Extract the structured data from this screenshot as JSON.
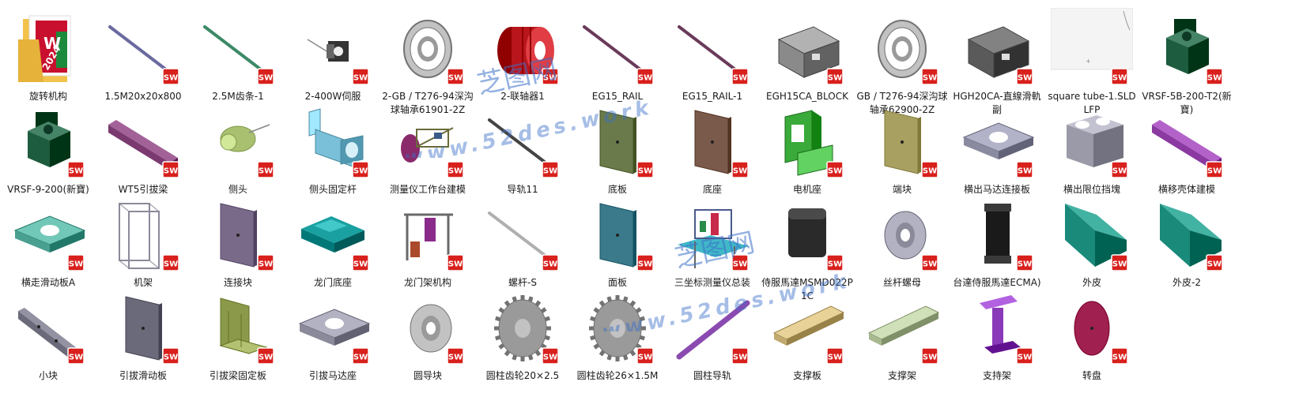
{
  "window": {
    "width": 1643,
    "height": 498
  },
  "badge": {
    "text": "SW",
    "color": "#d8201c"
  },
  "watermark": {
    "site": "www.52des.work",
    "cn": "芝图网",
    "color": "#3a6fc8"
  },
  "items": [
    {
      "label": "旋转机构",
      "icon": "folder-icon",
      "type": "folder",
      "badge_text": "2024"
    },
    {
      "label": "1.5M20x20x800",
      "icon": "rack-bar-icon",
      "type": "rod",
      "color": "#6a6aa0"
    },
    {
      "label": "2.5M齿条-1",
      "icon": "rack-bar-icon",
      "type": "rod",
      "color": "#3c8a68"
    },
    {
      "label": "2-400W伺服",
      "icon": "servo-motor-icon",
      "type": "motor",
      "color": "#333333"
    },
    {
      "label": "2-GB / T276-94深沟球轴承61901-2Z",
      "icon": "bearing-icon",
      "type": "bearing",
      "color": "#9a9a9a"
    },
    {
      "label": "2-联轴器1",
      "icon": "coupling-icon",
      "type": "coupling",
      "color": "#b8151c"
    },
    {
      "label": "EG15_RAIL",
      "icon": "rail-icon",
      "type": "rod",
      "color": "#6a3a5a"
    },
    {
      "label": "EG15_RAIL-1",
      "icon": "rail-icon",
      "type": "rod",
      "color": "#6a3a5a"
    },
    {
      "label": "EGH15CA_BLOCK",
      "icon": "slide-block-icon",
      "type": "block",
      "color": "#8a8a8a"
    },
    {
      "label": "GB / T276-94深沟球轴承62900-2Z",
      "icon": "bearing-icon",
      "type": "bearing",
      "color": "#9a9a9a"
    },
    {
      "label": "HGH20CA-直線滑軌副",
      "icon": "slide-block-icon",
      "type": "block",
      "color": "#5a5a5a"
    },
    {
      "label": "square tube-1.SLDLFP",
      "icon": "profile-sketch-icon",
      "type": "sketch",
      "color": "#e8e8e8"
    },
    {
      "label": "VRSF-5B-200-T2(新寶)",
      "icon": "gearbox-icon",
      "type": "gearbox",
      "color": "#1d5c3e"
    },
    {
      "label": "VRSF-9-200(新寶)",
      "icon": "gearbox-icon",
      "type": "gearbox",
      "color": "#1d5c3e"
    },
    {
      "label": "WT5引拔梁",
      "icon": "beam-icon",
      "type": "beam",
      "color": "#7a3a70"
    },
    {
      "label": "侧头",
      "icon": "probe-head-icon",
      "type": "probe",
      "color": "#a8c070"
    },
    {
      "label": "侧头固定杆",
      "icon": "bracket-icon",
      "type": "bracket",
      "color": "#7ac0d8"
    },
    {
      "label": "测量仪工作台建模",
      "icon": "assembly-icon",
      "type": "assembly",
      "color": "#8a2a6a"
    },
    {
      "label": "导轨11",
      "icon": "guide-rail-icon",
      "type": "rod",
      "color": "#444444"
    },
    {
      "label": "底板",
      "icon": "plate-icon",
      "type": "plate",
      "color": "#6a7a4a"
    },
    {
      "label": "底座",
      "icon": "plate-icon",
      "type": "plate",
      "color": "#7a5a4a"
    },
    {
      "label": "电机座",
      "icon": "motor-mount-icon",
      "type": "mount",
      "color": "#3aaa3a"
    },
    {
      "label": "端块",
      "icon": "plate-icon",
      "type": "plate",
      "color": "#a8a060"
    },
    {
      "label": "横出马达连接板",
      "icon": "motor-plate-icon",
      "type": "flatplate",
      "color": "#8a8aa0"
    },
    {
      "label": "横出限位挡塊",
      "icon": "stop-block-icon",
      "type": "cube",
      "color": "#9a9aa8"
    },
    {
      "label": "横移壳体建模",
      "icon": "housing-icon",
      "type": "beam",
      "color": "#8a3aa0"
    },
    {
      "label": "横走滑动板A",
      "icon": "slide-plate-icon",
      "type": "flatplate",
      "color": "#4aa090"
    },
    {
      "label": "机架",
      "icon": "frame-icon",
      "type": "frame",
      "color": "#8a8a9a"
    },
    {
      "label": "连接块",
      "icon": "plate-icon",
      "type": "plate",
      "color": "#7a6a8a"
    },
    {
      "label": "龙门底座",
      "icon": "gantry-base-icon",
      "type": "gantrybase",
      "color": "#1aa0a0"
    },
    {
      "label": "龙门架机构",
      "icon": "gantry-icon",
      "type": "gantry",
      "color": "#6a6a6a"
    },
    {
      "label": "螺杆-S",
      "icon": "screw-rod-icon",
      "type": "rod",
      "color": "#b0b0b0"
    },
    {
      "label": "面板",
      "icon": "panel-icon",
      "type": "plate",
      "color": "#3a7a8a"
    },
    {
      "label": "三坐标测量仪总装",
      "icon": "cmm-assembly-icon",
      "type": "cmm",
      "color": "#40b8c8"
    },
    {
      "label": "侍服馬達MSMD022P1C",
      "icon": "servo-motor-icon",
      "type": "cube-dark",
      "color": "#2a2a2a"
    },
    {
      "label": "丝杆螺母",
      "icon": "nut-icon",
      "type": "nut",
      "color": "#8a8a9a"
    },
    {
      "label": "台達侍服馬達ECMA)",
      "icon": "servo-motor-icon",
      "type": "tallmotor",
      "color": "#1a1a1a"
    },
    {
      "label": "外皮",
      "icon": "skin-panel-icon",
      "type": "panel",
      "color": "#1a8a7a"
    },
    {
      "label": "外皮-2",
      "icon": "skin-panel-icon",
      "type": "panel",
      "color": "#1a8a7a"
    },
    {
      "label": "小块",
      "icon": "small-block-icon",
      "type": "longplate",
      "color": "#6a6a7a"
    },
    {
      "label": "引拔滑动板",
      "icon": "slide-plate-icon",
      "type": "plate",
      "color": "#6a6a7a"
    },
    {
      "label": "引拔梁固定板",
      "icon": "fixing-plate-icon",
      "type": "angleplate",
      "color": "#8a9a4a"
    },
    {
      "label": "引拔马达座",
      "icon": "motor-seat-icon",
      "type": "flatplate",
      "color": "#8a8a9a"
    },
    {
      "label": "圆导块",
      "icon": "round-guide-icon",
      "type": "nut",
      "color": "#9a9a9a"
    },
    {
      "label": "圆柱齿轮20×2.5",
      "icon": "gear-icon",
      "type": "gear",
      "color": "#9a9a9a"
    },
    {
      "label": "圆柱齿轮26×1.5M",
      "icon": "gear-icon",
      "type": "gear",
      "color": "#9a9a9a"
    },
    {
      "label": "圆柱导轨",
      "icon": "cylinder-rail-icon",
      "type": "rod-thick",
      "color": "#8a4ab0"
    },
    {
      "label": "支撑板",
      "icon": "support-plate-icon",
      "type": "board",
      "color": "#c0aa70"
    },
    {
      "label": "支撑架",
      "icon": "support-frame-icon",
      "type": "board",
      "color": "#a8b890"
    },
    {
      "label": "支持架",
      "icon": "support-bracket-icon",
      "type": "tbracket",
      "color": "#8a3ab8"
    },
    {
      "label": "转盘",
      "icon": "turntable-icon",
      "type": "disc",
      "color": "#a02050"
    }
  ]
}
